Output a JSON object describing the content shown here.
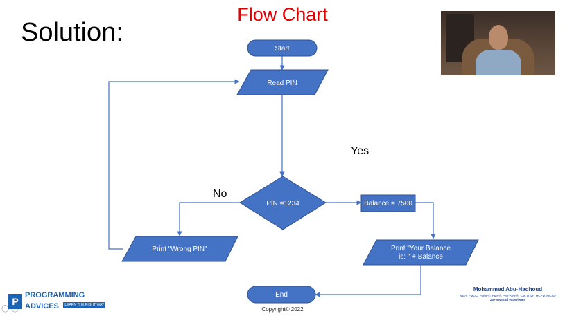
{
  "slide": {
    "title": "Flow Chart",
    "heading": "Solution:",
    "copyright": "Copyright© 2022"
  },
  "flowchart": {
    "nodes": {
      "start": "Start",
      "read_pin": "Read PIN",
      "decision": "PIN =1234",
      "balance_assign": "Balance = 7500",
      "print_wrong": "Print \"Wrong PIN\"",
      "print_balance_line1": "Print \"Your Balance",
      "print_balance_line2": "is: \" + Balance",
      "end": "End"
    },
    "labels": {
      "yes": "Yes",
      "no": "No"
    },
    "colors": {
      "shape_fill": "#4472c4",
      "shape_stroke": "#2f528f",
      "connector": "#4472c4"
    }
  },
  "branding": {
    "logo_brand": "PROGRAMMING",
    "logo_brand2": "ADVICES",
    "logo_tag": "LEARN THE RIGHT WAY",
    "author_name": "Mohammed Abu-Hadhoud",
    "author_creds": "MBA, PMOC, PgMP®, PMP®, PMI-RMP®, CM, ITILF, MCPD, MCSD",
    "author_experience": "20+ years of experience"
  }
}
